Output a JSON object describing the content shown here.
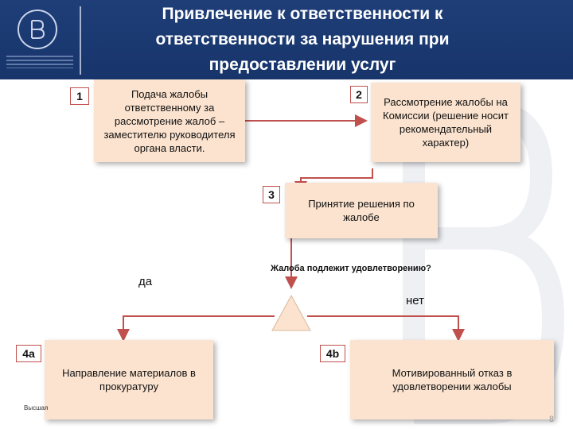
{
  "header": {
    "title": "Привлечение к ответственности к ответственности за нарушения при предоставлении услуг",
    "logo_icon": "hse-logo-icon",
    "background_color": "#1f3e78"
  },
  "steps": [
    {
      "id": "step-1",
      "number": "1",
      "text": "Подача жалобы ответственному за рассмотрение жалоб – заместителю руководителя органа власти."
    },
    {
      "id": "step-2",
      "number": "2",
      "text": "Рассмотрение жалобы на Комиссии (решение носит рекомендательный характер)"
    },
    {
      "id": "step-3",
      "number": "3",
      "text": "Принятие решения по жалобе"
    },
    {
      "id": "step-4a",
      "number": "4a",
      "text": "Направление материалов в прокуратуру"
    },
    {
      "id": "step-4b",
      "number": "4b",
      "text": "Мотивированный отказ в удовлетворении жалобы"
    }
  ],
  "decision": {
    "question": "Жалоба подлежит удовлетворению?",
    "yes_label": "да",
    "no_label": "нет",
    "fill_color": "#fbe3cf"
  },
  "colors": {
    "box_fill": "#fbe3cf",
    "tag_border": "#c0504d",
    "connector": "#c0504d"
  },
  "footer": {
    "text": "Высшая",
    "page_number": "8"
  }
}
